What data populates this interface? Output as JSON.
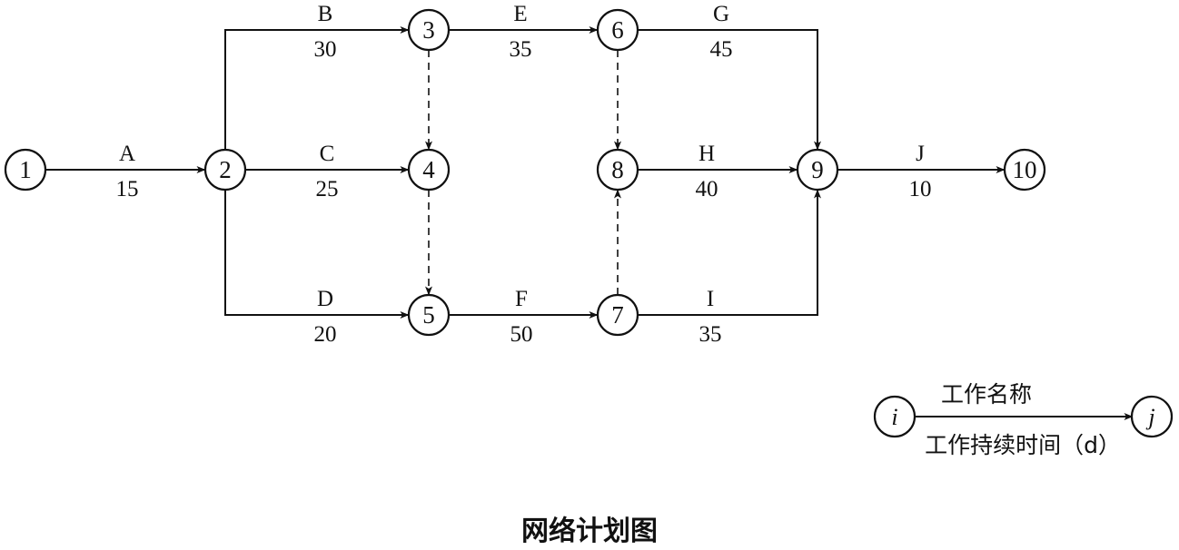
{
  "nodes": [
    {
      "id": "1",
      "label": "1"
    },
    {
      "id": "2",
      "label": "2"
    },
    {
      "id": "3",
      "label": "3"
    },
    {
      "id": "4",
      "label": "4"
    },
    {
      "id": "5",
      "label": "5"
    },
    {
      "id": "6",
      "label": "6"
    },
    {
      "id": "7",
      "label": "7"
    },
    {
      "id": "8",
      "label": "8"
    },
    {
      "id": "9",
      "label": "9"
    },
    {
      "id": "10",
      "label": "10"
    }
  ],
  "activities": [
    {
      "from": "1",
      "to": "2",
      "name": "A",
      "duration": "15"
    },
    {
      "from": "2",
      "to": "3",
      "name": "B",
      "duration": "30"
    },
    {
      "from": "2",
      "to": "4",
      "name": "C",
      "duration": "25"
    },
    {
      "from": "2",
      "to": "5",
      "name": "D",
      "duration": "20"
    },
    {
      "from": "3",
      "to": "6",
      "name": "E",
      "duration": "35"
    },
    {
      "from": "5",
      "to": "7",
      "name": "F",
      "duration": "50"
    },
    {
      "from": "6",
      "to": "9",
      "name": "G",
      "duration": "45"
    },
    {
      "from": "8",
      "to": "9",
      "name": "H",
      "duration": "40"
    },
    {
      "from": "7",
      "to": "9",
      "name": "I",
      "duration": "35"
    },
    {
      "from": "9",
      "to": "10",
      "name": "J",
      "duration": "10"
    }
  ],
  "dummy_activities": [
    {
      "from": "3",
      "to": "4"
    },
    {
      "from": "4",
      "to": "5"
    },
    {
      "from": "6",
      "to": "8"
    },
    {
      "from": "7",
      "to": "8"
    }
  ],
  "legend": {
    "start_node": "i",
    "end_node": "j",
    "top_label": "工作名称",
    "bottom_label": "工作持续时间（d）"
  },
  "caption": "网络计划图"
}
